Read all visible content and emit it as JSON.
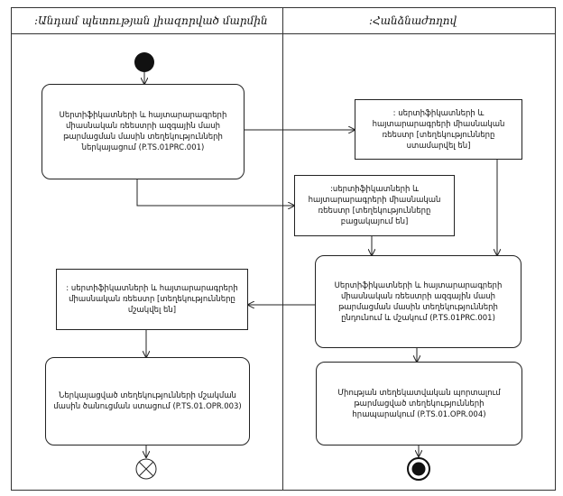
{
  "lanes": {
    "left": ":Անդամ պետության լիազորված մարմին",
    "right": ":Հանձնաժողով"
  },
  "nodes": {
    "a1": "Սերտիֆիկատների և հայտարարագրերի միասնական ռեեստրի ազգային մասի թարմացման մասին տեղեկությունների ներկայացում (P.TS.01PRC.001)",
    "o1": ": սերտիֆիկատների և հայտարարագրերի միասնական ռեեստր [տեղեկությունները ստամարվել են]",
    "o2": ":սերտիֆիկատների և հայտարարագրերի միասնական ռեեստր [տեղեկությունները բացակայում են]",
    "a2": "Սերտիֆիկատների և հայտարարագրերի միասնական ռեեստրի ազգային մասի թարմացման մասին տեղեկությունների ընդունում և մշակում (P.TS.01PRC.001)",
    "o3": ": սերտիֆիկատների և հայտարարագրերի միասնական ռեեստր [տեղեկությունները մշակվել են]",
    "a3": "Ներկայացված տեղեկությունների մշակման մասին ծանուցման ստացում (P.TS.01.OPR.003)",
    "a4": "Միության տեղեկատվական պորտալում թարմացված տեղեկությունների հրապարակում (P.TS.01.OPR.004)"
  }
}
